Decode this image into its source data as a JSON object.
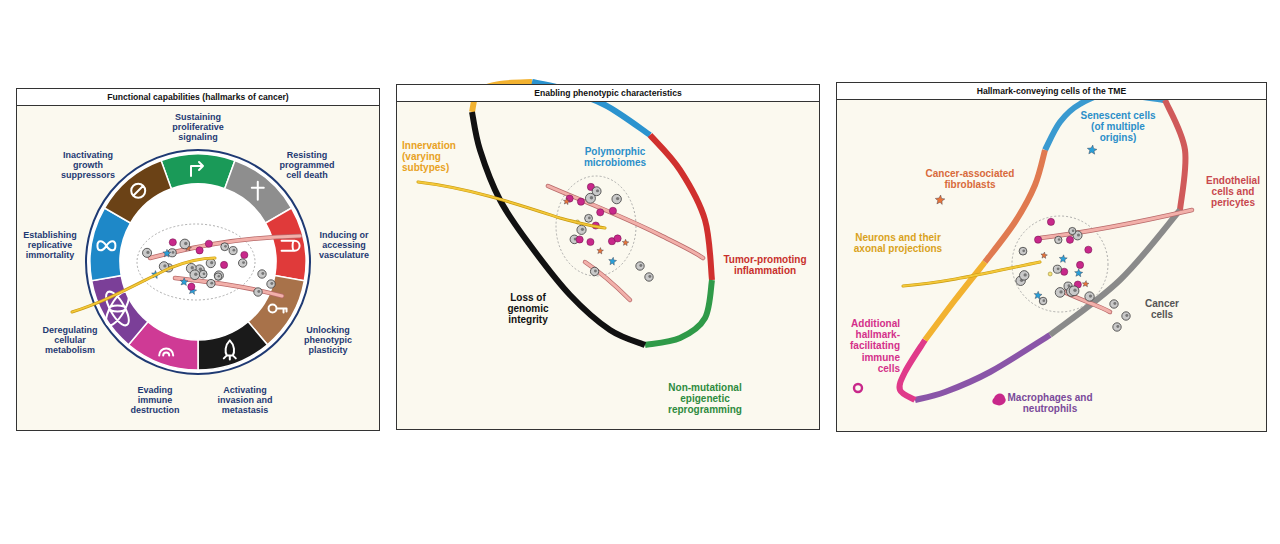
{
  "diagram": {
    "nodes": [
      {
        "text": [
          "Functional capabilities (hallmarks of cancer)"
        ]
      },
      {
        "text": [
          "Enabling phenotypic characteristics"
        ]
      },
      {
        "text": [
          "Hallmark-conveying cells of the TME"
        ]
      }
    ],
    "labels": [
      "Sustaining proliferative signaling",
      "Inactivating growth suppressors",
      "Resisting programmed cell death",
      "Establishing replicative immortality",
      "Inducing or accessing vasculature",
      "Deregulating cellular metabolism",
      "Unlocking phenotypic plasticity",
      "Evading immune destruction",
      "Activating invasion and metastasis",
      "Innervation (varying subtypes)",
      "Polymorphic microbiomes",
      "Tumor-promoting inflammation",
      "Loss of genomic integrity",
      "Non-mutational epigenetic reprogramming",
      "Senescent cells (of multiple origins)",
      "Cancer-associated fibroblasts",
      "Endothelial cells and pericytes",
      "Neurons and their axonal projections",
      "Cancer cells",
      "Additional hallmark-facilitating immune cells",
      "Macrophages and neutrophils"
    ]
  }
}
